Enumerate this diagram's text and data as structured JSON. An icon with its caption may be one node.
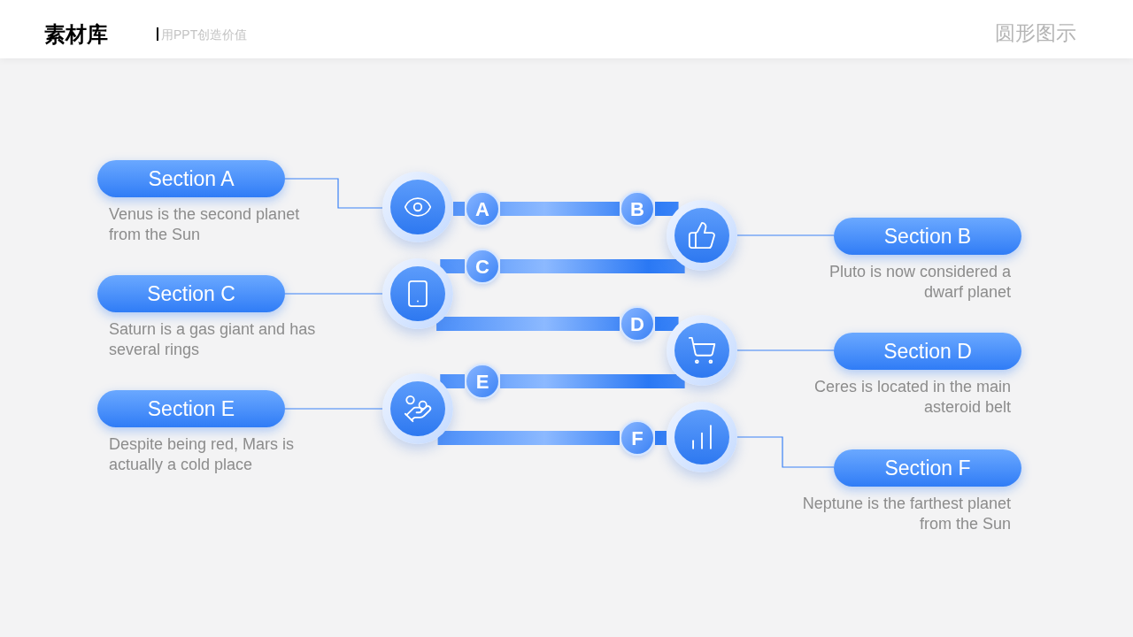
{
  "diagram": {
    "title": "圆形图示",
    "nodes": [
      {
        "text": [
          "Section A"
        ],
        "beside": [
          "Venus is the second planet from the Sun"
        ]
      },
      {
        "text": [
          "Section B"
        ],
        "beside": [
          "Pluto is now considered a dwarf planet"
        ]
      },
      {
        "text": [
          "Section C"
        ],
        "beside": [
          "Saturn is a gas giant and has several rings"
        ]
      },
      {
        "text": [
          "Section D"
        ],
        "beside": [
          "Ceres is located in the main asteroid belt"
        ]
      },
      {
        "text": [
          "Section E"
        ],
        "beside": [
          "Despite being red, Mars is actually a cold place"
        ]
      },
      {
        "text": [
          "Section F"
        ],
        "beside": [
          "Neptune is the farthest planet from the Sun"
        ]
      },
      {
        "text": [],
        "shape": "circle"
      },
      {
        "text": [],
        "shape": "circle"
      },
      {
        "text": [],
        "shape": "circle"
      },
      {
        "text": [],
        "shape": "circle"
      },
      {
        "text": [],
        "shape": "circle"
      },
      {
        "text": [],
        "shape": "circle"
      },
      {
        "text": [
          "A"
        ]
      },
      {
        "text": [
          "B"
        ]
      },
      {
        "text": [
          "C"
        ]
      },
      {
        "text": [
          "D"
        ]
      },
      {
        "text": [
          "E"
        ]
      },
      {
        "text": [
          "F"
        ]
      }
    ],
    "edges": [
      {
        "from": 0,
        "to": 6,
        "arrow": "none"
      },
      {
        "from": 1,
        "to": 7,
        "arrow": "none"
      },
      {
        "from": 2,
        "to": 8,
        "arrow": "none"
      },
      {
        "from": 3,
        "to": 9,
        "arrow": "none"
      },
      {
        "from": 4,
        "to": 10,
        "arrow": "none"
      },
      {
        "from": 5,
        "to": 11,
        "arrow": "none"
      },
      {
        "from": 6,
        "to": 12,
        "arrow": "none",
        "style": "thick"
      },
      {
        "from": 12,
        "to": 13,
        "arrow": "none",
        "style": "thick"
      },
      {
        "from": 13,
        "to": 7,
        "arrow": "none",
        "style": "thick"
      },
      {
        "from": 7,
        "to": 14,
        "arrow": "none",
        "style": "thick"
      },
      {
        "from": 14,
        "to": 8,
        "arrow": "none",
        "style": "thick"
      },
      {
        "from": 8,
        "to": 15,
        "arrow": "none",
        "style": "thick"
      },
      {
        "from": 15,
        "to": 9,
        "arrow": "none",
        "style": "thick"
      },
      {
        "from": 9,
        "to": 16,
        "arrow": "none",
        "style": "thick"
      },
      {
        "from": 16,
        "to": 10,
        "arrow": "none",
        "style": "thick"
      },
      {
        "from": 10,
        "to": 17,
        "arrow": "none",
        "style": "thick"
      },
      {
        "from": 17,
        "to": 11,
        "arrow": "none",
        "style": "thick"
      }
    ],
    "labels": [
      "素材库",
      "用PPT创造价值"
    ]
  }
}
